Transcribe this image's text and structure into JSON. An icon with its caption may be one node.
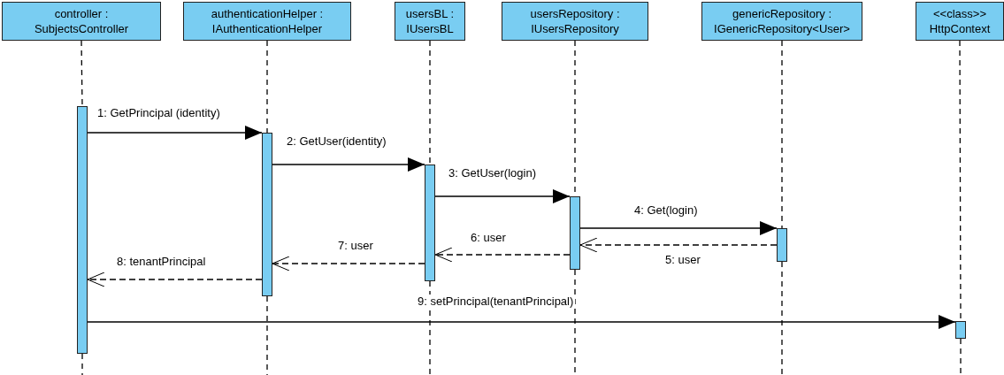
{
  "diagram": {
    "nodes": [
      {
        "text": [
          "controller : SubjectsController"
        ]
      },
      {
        "text": [
          "authenticationHelper : IAuthenticationHelper"
        ]
      },
      {
        "text": [
          "usersBL : IUsersBL"
        ]
      },
      {
        "text": [
          "usersRepository : IUsersRepository"
        ]
      },
      {
        "text": [
          "genericRepository : IGenericRepository<User>"
        ]
      },
      {
        "text": [
          "<<class>> HttpContext"
        ]
      },
      {
        "text": [],
        "shape": "bar"
      },
      {
        "text": [],
        "shape": "bar"
      },
      {
        "text": [],
        "shape": "bar"
      },
      {
        "text": [],
        "shape": "bar"
      },
      {
        "text": [],
        "shape": "bar"
      },
      {
        "text": [],
        "shape": "bar"
      }
    ],
    "edges": [
      {
        "from": 0,
        "to": 6,
        "arrow": "none",
        "style": "dashed"
      },
      {
        "from": 1,
        "to": 7,
        "arrow": "none",
        "style": "dashed"
      },
      {
        "from": 2,
        "to": 8,
        "arrow": "none",
        "style": "dashed"
      },
      {
        "from": 3,
        "to": 9,
        "arrow": "none",
        "style": "dashed"
      },
      {
        "from": 4,
        "to": 10,
        "arrow": "none",
        "style": "dashed"
      },
      {
        "from": 5,
        "to": 11,
        "arrow": "none",
        "style": "dashed"
      },
      {
        "from": 6,
        "to": 7,
        "arrow": "to",
        "label": "1: GetPrincipal (identity)"
      },
      {
        "from": 7,
        "to": 8,
        "arrow": "to",
        "label": "2: GetUser(identity)"
      },
      {
        "from": 8,
        "to": 9,
        "arrow": "to",
        "label": "3: GetUser(login)"
      },
      {
        "from": 9,
        "to": 10,
        "arrow": "to",
        "label": "4: Get(login)"
      },
      {
        "from": 10,
        "to": 9,
        "arrow": "to",
        "label": "5: user",
        "style": "dashed"
      },
      {
        "from": 9,
        "to": 8,
        "arrow": "to",
        "label": "6: user",
        "style": "dashed"
      },
      {
        "from": 8,
        "to": 7,
        "arrow": "to",
        "label": "7: user",
        "style": "dashed"
      },
      {
        "from": 7,
        "to": 6,
        "arrow": "to",
        "label": "8: tenantPrincipal",
        "style": "dashed"
      },
      {
        "from": 6,
        "to": 11,
        "arrow": "to",
        "label": "9: setPrincipal(tenantPrincipal)"
      }
    ]
  }
}
